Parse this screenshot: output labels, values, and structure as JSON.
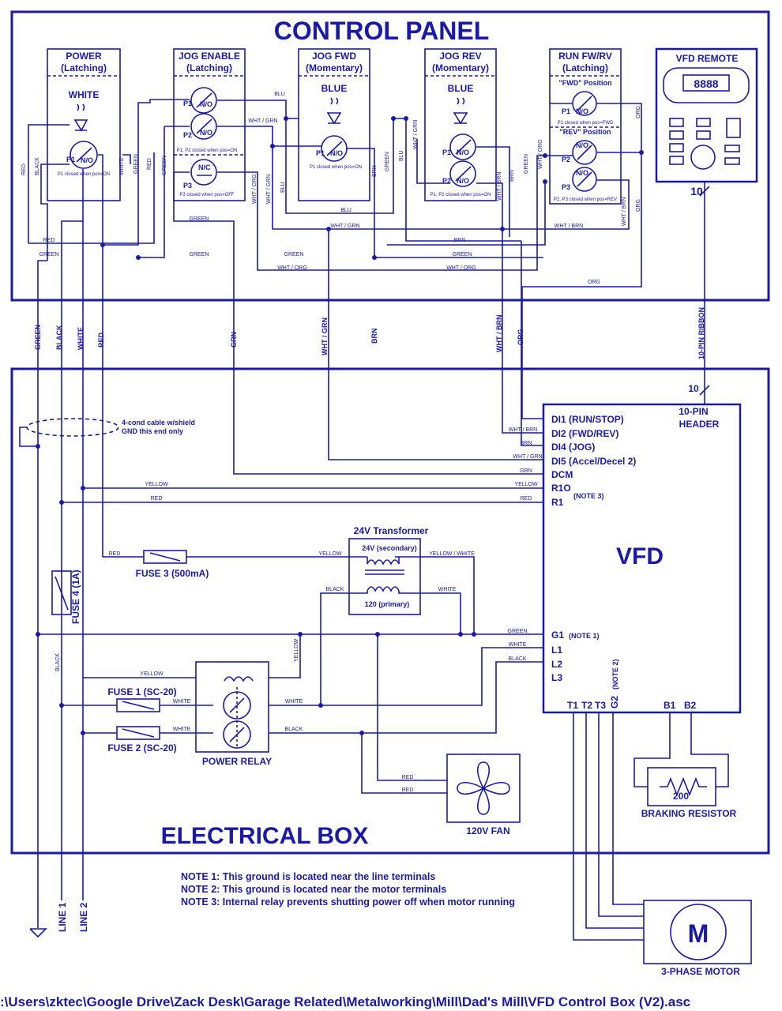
{
  "panel_title": "CONTROL PANEL",
  "box_title": "ELECTRICAL BOX",
  "switches": [
    {
      "name": "POWER",
      "type": "(Latching)",
      "lamp": "WHITE",
      "contact": "P1",
      "state": "N/O",
      "note": "P1 closed when pos=ON"
    },
    {
      "name": "JOG ENABLE",
      "type": "(Latching)",
      "c1": "P1",
      "s1": "N/O",
      "c2": "P2",
      "s2": "N/O",
      "note1": "P1, P2 closed when pos=ON",
      "c3": "P3",
      "s3": "N/C",
      "note2": "P3 closed when pos=OFF"
    },
    {
      "name": "JOG FWD",
      "type": "(Momentary)",
      "lamp": "BLUE",
      "contact": "P1",
      "state": "N/O",
      "note": "P1 closed when pos=ON"
    },
    {
      "name": "JOG REV",
      "type": "(Momentary)",
      "lamp": "BLUE",
      "c1": "P1",
      "s1": "N/O",
      "c2": "P2",
      "s2": "N/O",
      "note": "P1, P2 closed when pos=ON"
    },
    {
      "name": "RUN FW/RV",
      "type": "(Latching)",
      "pos1": "\"FWD\" Position",
      "c1": "P1",
      "s1": "N/O",
      "note1": "P1 closed when pos=FWD",
      "pos2": "\"REV\" Position",
      "s2": "N/O",
      "c2": "P2",
      "s3": "N/O",
      "c3": "P3",
      "note2": "P2, P3 closed when pos=REV"
    }
  ],
  "vfd_remote": {
    "title": "VFD REMOTE",
    "display": "8888",
    "count": "10"
  },
  "ribbon": {
    "label": "10-PIN RIBBON",
    "count": "10",
    "header": [
      "10-PIN",
      "HEADER"
    ]
  },
  "trunk_labels": [
    "GREEN",
    "BLACK",
    "WHITE",
    "RED",
    "GRN",
    "WHT / GRN",
    "BRN",
    "WHT / BRN",
    "ORG"
  ],
  "wire_labels": {
    "blu": "BLU",
    "wht_grn": "WHT / GRN",
    "green": "GREEN",
    "red": "RED",
    "black": "BLACK",
    "white": "WHITE",
    "wht_org": "WHT / ORG",
    "brn": "BRN",
    "wht_brn": "WHT / BRN",
    "org": "ORG",
    "grn": "GRN",
    "yellow": "YELLOW",
    "yellow_white": "YELLOW / WHITE"
  },
  "vfd": {
    "label": "VFD",
    "terminals": [
      "DI1  (RUN/STOP)",
      "DI2  (FWD/REV)",
      "DI4  (JOG)",
      "DI5  (Accel/Decel 2)",
      "DCM",
      "R1O",
      "R1",
      "G1",
      "L1",
      "L2",
      "L3"
    ],
    "note3": "(NOTE 3)",
    "note1": "(NOTE 1)",
    "note2": "(NOTE 2)",
    "bottom": [
      "T1",
      "T2",
      "T3",
      "G2",
      "B1",
      "B2"
    ]
  },
  "cable": [
    "4-cond cable w/shield",
    "GND this end only"
  ],
  "transformer": {
    "title": "24V Transformer",
    "secondary": "24V (secondary)",
    "primary": "120 (primary)"
  },
  "fuses": {
    "f1": "FUSE 1 (SC-20)",
    "f2": "FUSE 2 (SC-20)",
    "f3": "FUSE 3 (500mA)",
    "f4": "FUSE 4 (1A)"
  },
  "relay": "POWER RELAY",
  "fan": "120V FAN",
  "braking": {
    "value": "200",
    "label": "BRAKING RESISTOR"
  },
  "motor": {
    "symbol": "M",
    "label": "3-PHASE MOTOR"
  },
  "lines": [
    "LINE 1",
    "LINE 2"
  ],
  "notes": [
    "NOTE 1:  This ground is located near the line terminals",
    "NOTE 2:  This ground is located near the motor terminals",
    "NOTE 3:  Internal relay prevents shutting power off when motor running"
  ],
  "footer_path": ":\\Users\\zktec\\Google Drive\\Zack Desk\\Garage Related\\Metalworking\\Mill\\Dad's Mill\\VFD Control Box (V2).asc"
}
